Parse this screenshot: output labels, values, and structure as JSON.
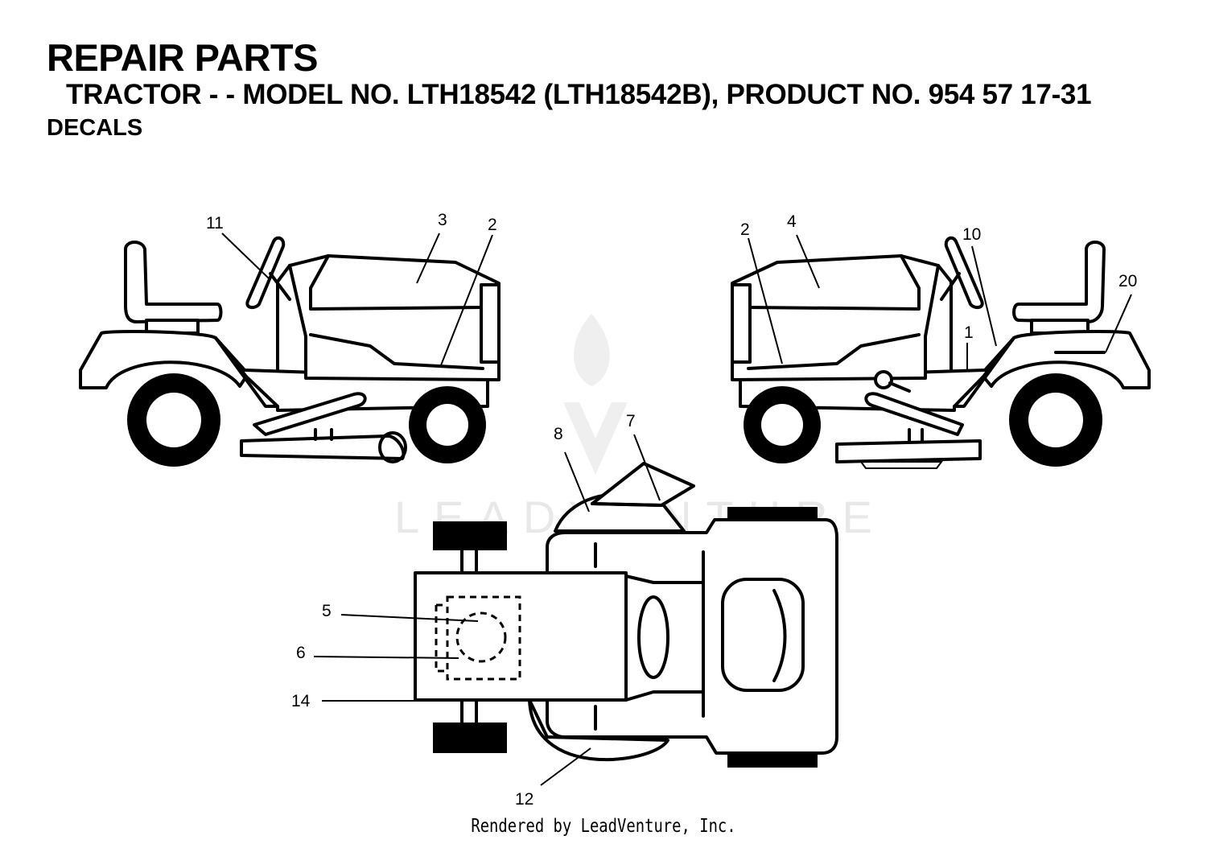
{
  "header": {
    "title": "REPAIR PARTS",
    "subtitle": "TRACTOR - - MODEL NO. LTH18542 (LTH18542B), PRODUCT NO. 954 57 17-31",
    "section": "DECALS"
  },
  "callouts": {
    "c11": "11",
    "c3": "3",
    "c2a": "2",
    "c2b": "2",
    "c4": "4",
    "c10": "10",
    "c20": "20",
    "c1": "1",
    "c8": "8",
    "c7": "7",
    "c5": "5",
    "c6": "6",
    "c14": "14",
    "c12": "12"
  },
  "watermark": {
    "text": "LEADVENTURE"
  },
  "footer": {
    "text": "Rendered by LeadVenture, Inc."
  }
}
